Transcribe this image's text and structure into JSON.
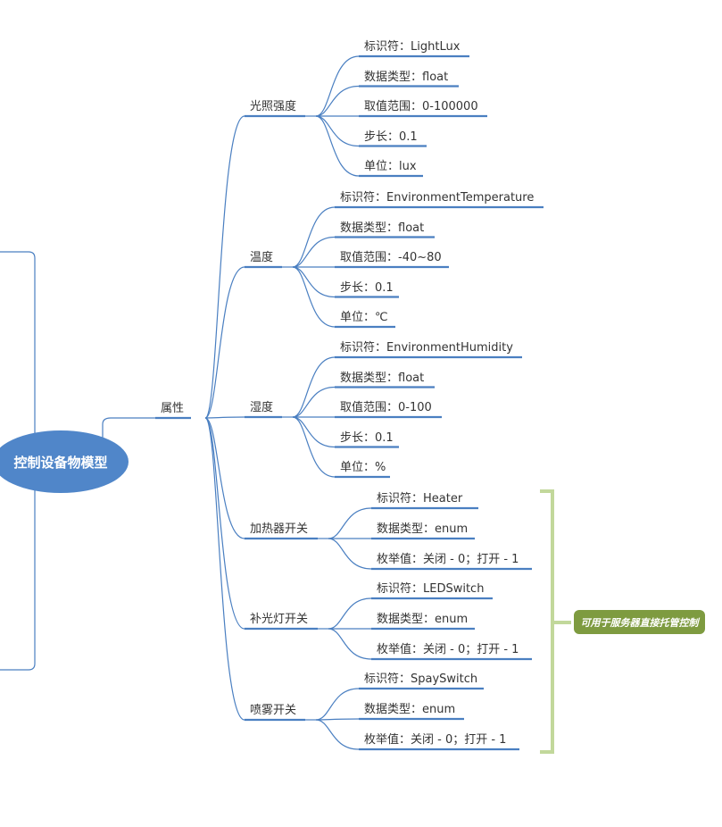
{
  "root": "控制设备物模型",
  "branch": "属性",
  "groups": [
    {
      "name": "光照强度",
      "items": [
        "标识符：LightLux",
        "数据类型：float",
        "取值范围：0-100000",
        "步长：0.1",
        "单位：lux"
      ]
    },
    {
      "name": "温度",
      "items": [
        "标识符：EnvironmentTemperature",
        "数据类型：float",
        "取值范围：-40~80",
        "步长：0.1",
        "单位：℃"
      ]
    },
    {
      "name": "湿度",
      "items": [
        "标识符：EnvironmentHumidity",
        "数据类型：float",
        "取值范围：0-100",
        "步长：0.1",
        "单位：%"
      ]
    },
    {
      "name": "加热器开关",
      "items": [
        "标识符：Heater",
        "数据类型：enum",
        "枚举值：关闭 - 0；打开 - 1"
      ]
    },
    {
      "name": "补光灯开关",
      "items": [
        "标识符：LEDSwitch",
        "数据类型：enum",
        "枚举值：关闭 - 0；打开 - 1"
      ]
    },
    {
      "name": "喷雾开关",
      "items": [
        "标识符：SpaySwitch",
        "数据类型：enum",
        "枚举值：关闭 - 0；打开 - 1"
      ]
    }
  ],
  "note": "可用于服务器直接托管控制",
  "colors": {
    "line": "#4a7fc1",
    "root": "#5086c9",
    "bracket": "#c2d89b",
    "note": "#7e9b40"
  }
}
